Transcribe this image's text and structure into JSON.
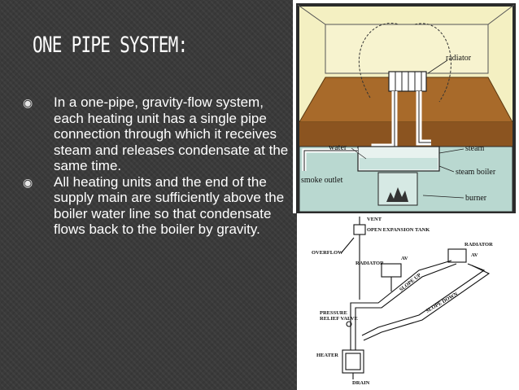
{
  "slide": {
    "title": "ONE PIPE SYSTEM:",
    "bullets": [
      {
        "text": "In a one-pipe, gravity-flow system, each heating unit has a single pipe connection through which it receives steam and releases condensate at the same time."
      },
      {
        "text": "All heating units and the end of the supply main are sufficiently above the boiler water line so that condensate flows back to the boiler by gravity."
      }
    ]
  },
  "diagram_top": {
    "labels": {
      "radiator": "radiator",
      "water": "water",
      "steam": "steam",
      "smoke_outlet": "smoke outlet",
      "steam_boiler": "steam boiler",
      "burner": "burner"
    },
    "colors": {
      "room": "#f4f0c2",
      "floor": "#a86a2a",
      "basement": "#b9d8d0",
      "frame": "#2b2b2b"
    }
  },
  "diagram_bottom": {
    "labels": {
      "vent": "VENT",
      "open_expansion_tank": "OPEN EXPANSION TANK",
      "overflow": "OVERFLOW",
      "radiator_left": "RADIATOR",
      "av_left": "AV",
      "radiator_right": "RADIATOR",
      "av_right": "AV",
      "slope_up": "SLOPE UP",
      "slope_down": "SLOPE DOWN",
      "pressure_relief_valve_1": "PRESSURE",
      "pressure_relief_valve_2": "RELIEF VALVE",
      "heater": "HEATER",
      "drain": "DRAIN"
    }
  }
}
